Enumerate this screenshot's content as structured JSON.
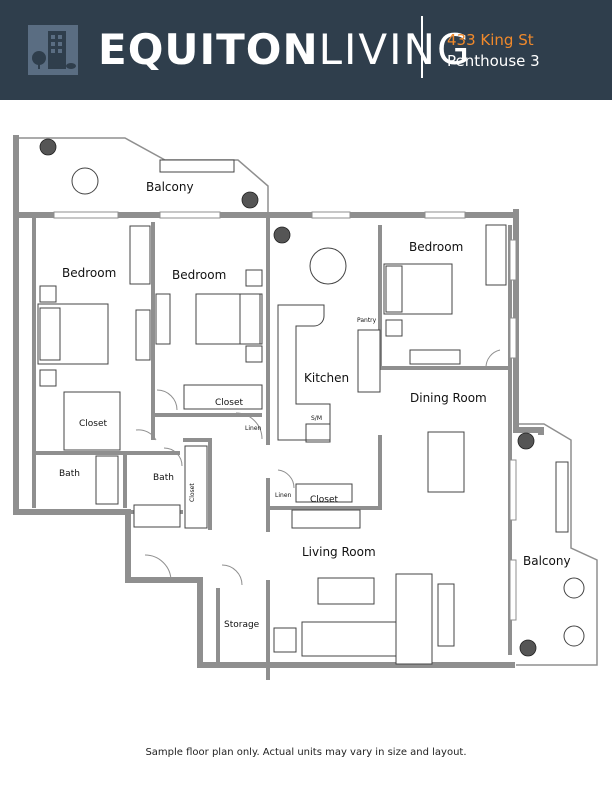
{
  "header": {
    "brand_bold": "EQUITON",
    "brand_light": "LIVING",
    "address": "433 King St",
    "unit": "Penthouse 3"
  },
  "plan": {
    "rooms": {
      "balcony_top": "Balcony",
      "bedroom_left": "Bedroom",
      "bedroom_middle": "Bedroom",
      "bedroom_right": "Bedroom",
      "pantry": "Pantry",
      "kitchen": "Kitchen",
      "dining_room": "Dining Room",
      "closet_left": "Closet",
      "closet_middle": "Closet",
      "linen_kitchen": "Linen",
      "range": "S/M",
      "bath_left": "Bath",
      "bath_middle": "Bath",
      "closet_bath": "Closet",
      "linen_living": "Linen",
      "closet_living": "Closet",
      "living_room": "Living Room",
      "balcony_right": "Balcony",
      "storage": "Storage"
    }
  },
  "footer": {
    "note": "Sample floor plan only. Actual units may vary in size and layout."
  },
  "colors": {
    "header_bg": "#2f3e4c",
    "accent": "#f0892b",
    "wall": "#8f8f8f"
  }
}
